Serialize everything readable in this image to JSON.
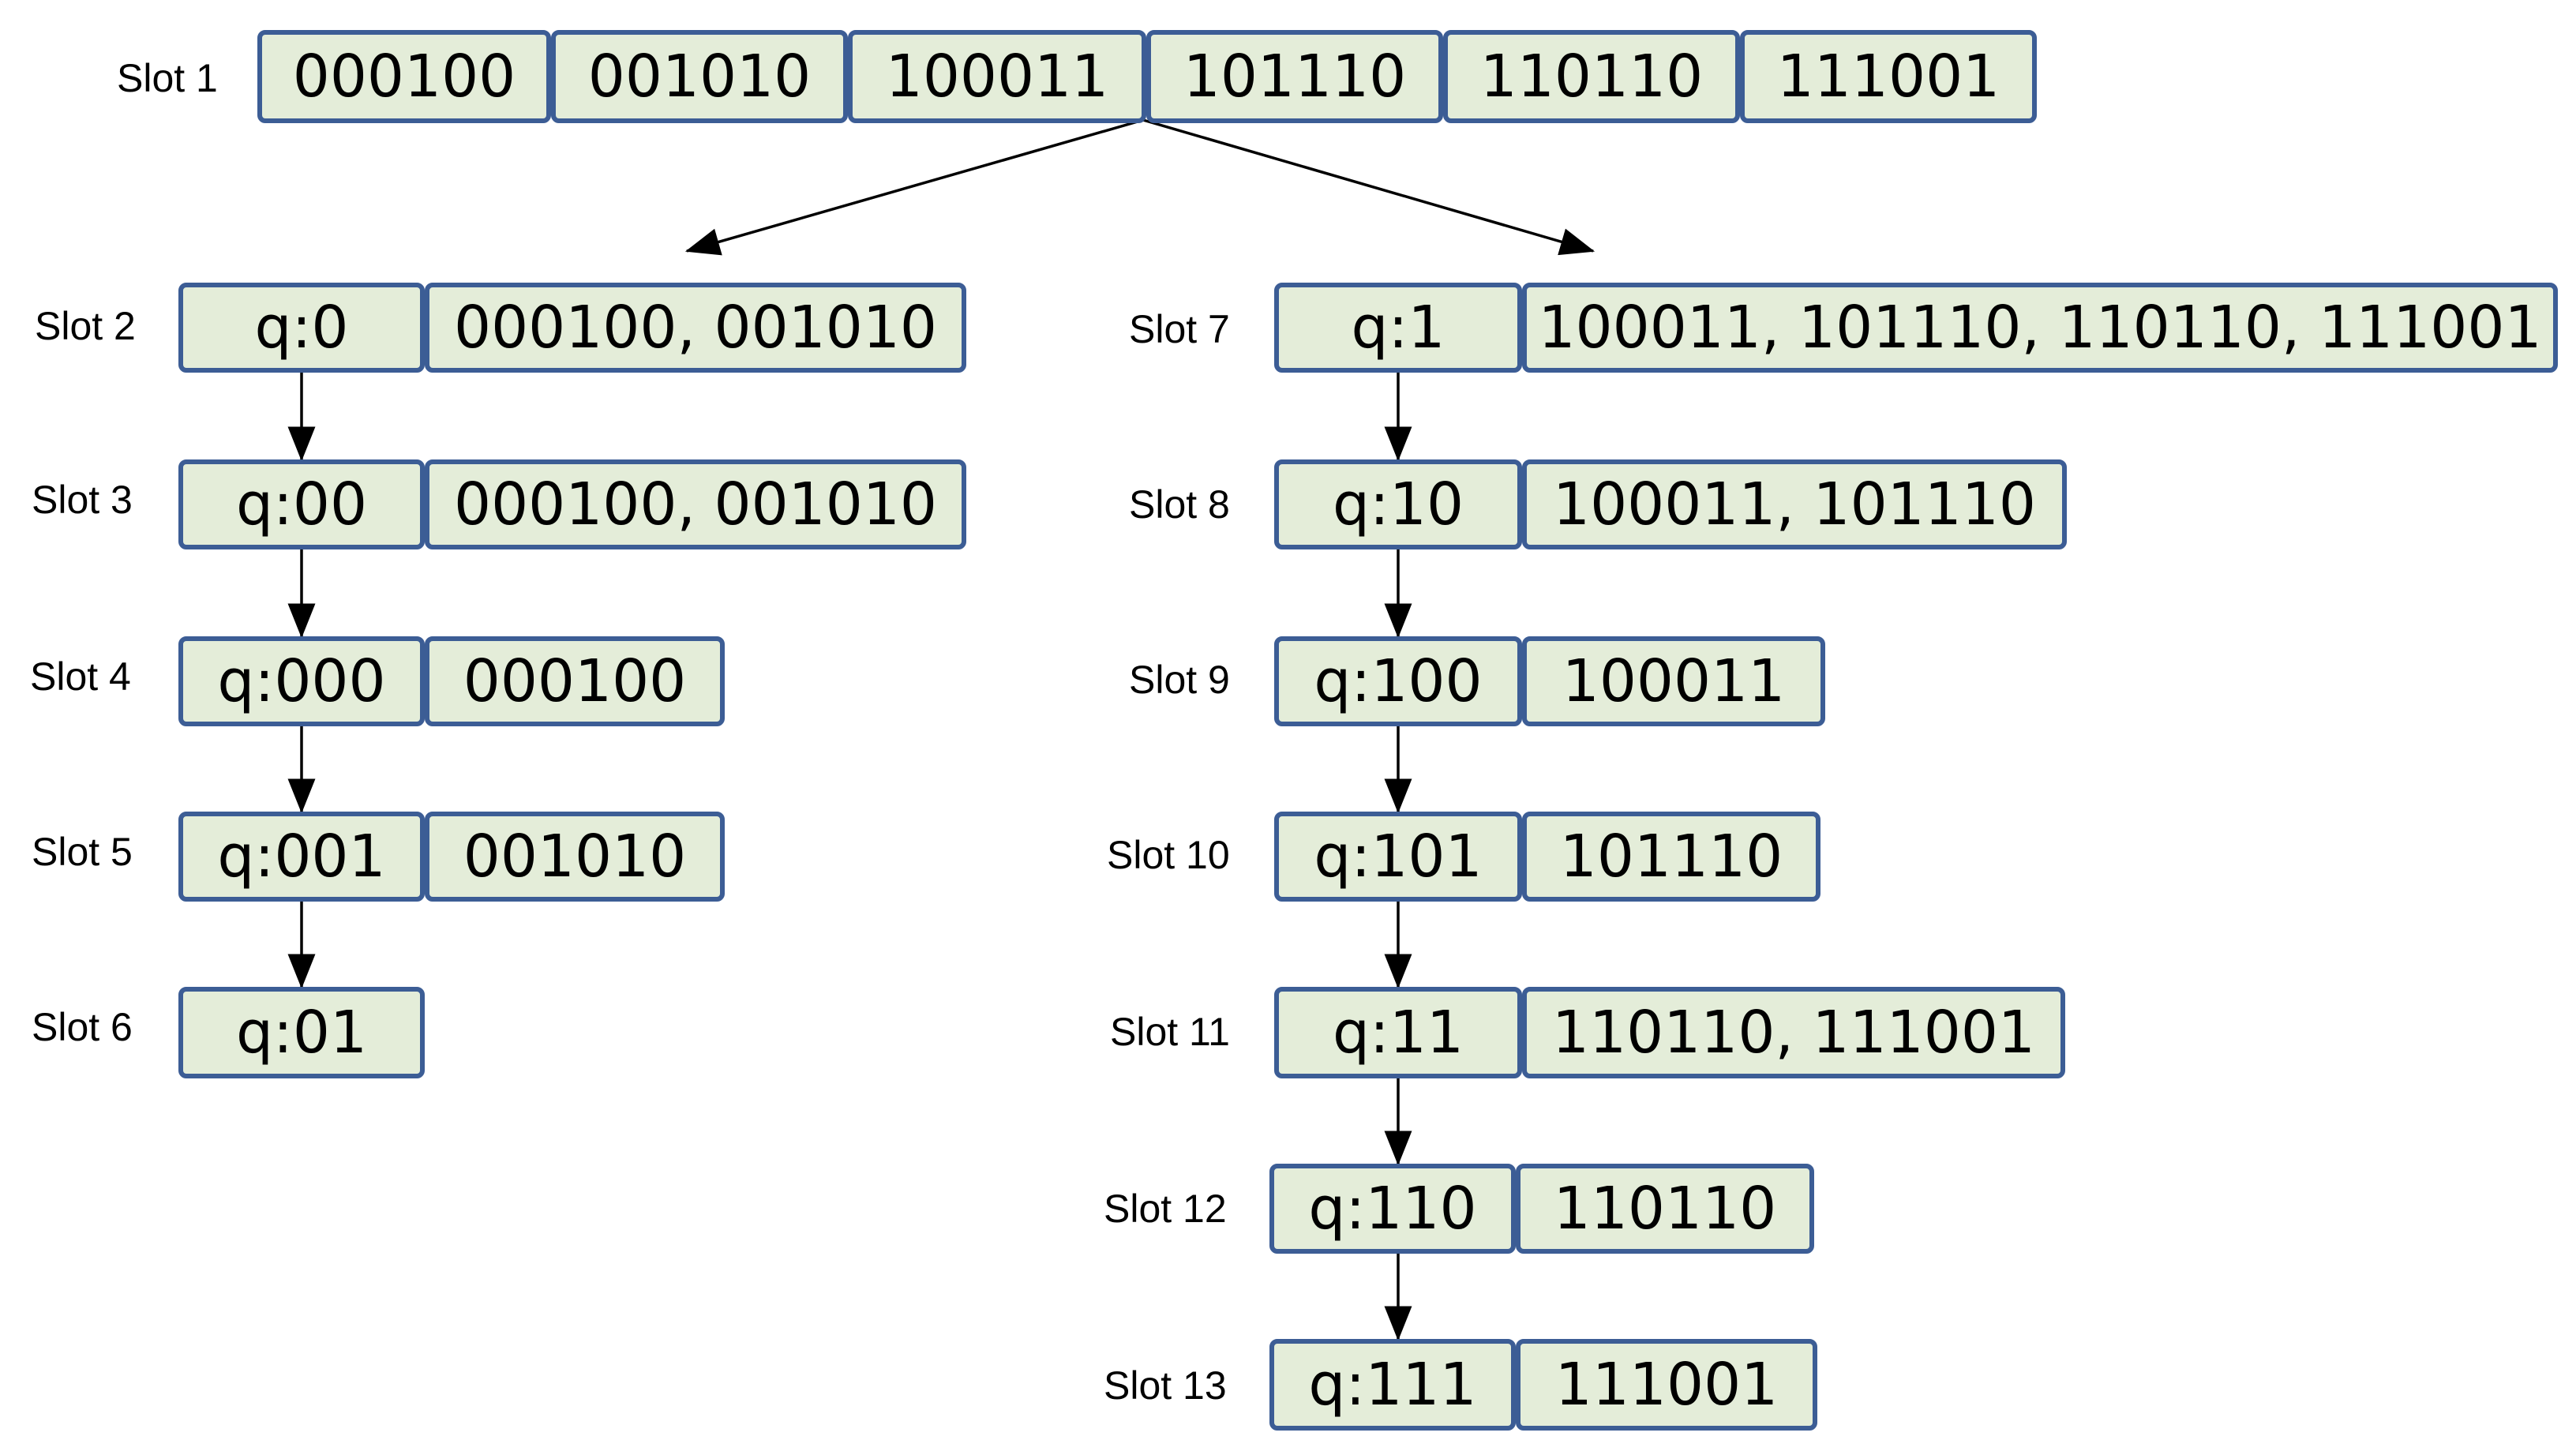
{
  "slots": [
    {
      "label": "Slot 1",
      "cells": [
        "000100",
        "001010",
        "100011",
        "101110",
        "110110",
        "111001"
      ]
    },
    {
      "label": "Slot 2",
      "query": "q:0",
      "ids": "000100, 001010"
    },
    {
      "label": "Slot 3",
      "query": "q:00",
      "ids": "000100, 001010"
    },
    {
      "label": "Slot 4",
      "query": "q:000",
      "ids": "000100"
    },
    {
      "label": "Slot 5",
      "query": "q:001",
      "ids": "001010"
    },
    {
      "label": "Slot 6",
      "query": "q:01"
    },
    {
      "label": "Slot 7",
      "query": "q:1",
      "ids": "100011, 101110, 110110, 111001"
    },
    {
      "label": "Slot 8",
      "query": "q:10",
      "ids": "100011, 101110"
    },
    {
      "label": "Slot 9",
      "query": "q:100",
      "ids": "100011"
    },
    {
      "label": "Slot 10",
      "query": "q:101",
      "ids": "101110"
    },
    {
      "label": "Slot 11",
      "query": "q:11",
      "ids": "110110, 111001"
    },
    {
      "label": "Slot 12",
      "query": "q:110",
      "ids": "110110"
    },
    {
      "label": "Slot 13",
      "query": "q:111",
      "ids": "111001"
    }
  ],
  "colors": {
    "cell_fill": "#e4edd9",
    "cell_border": "#3c5d95",
    "arrow": "#000000"
  }
}
